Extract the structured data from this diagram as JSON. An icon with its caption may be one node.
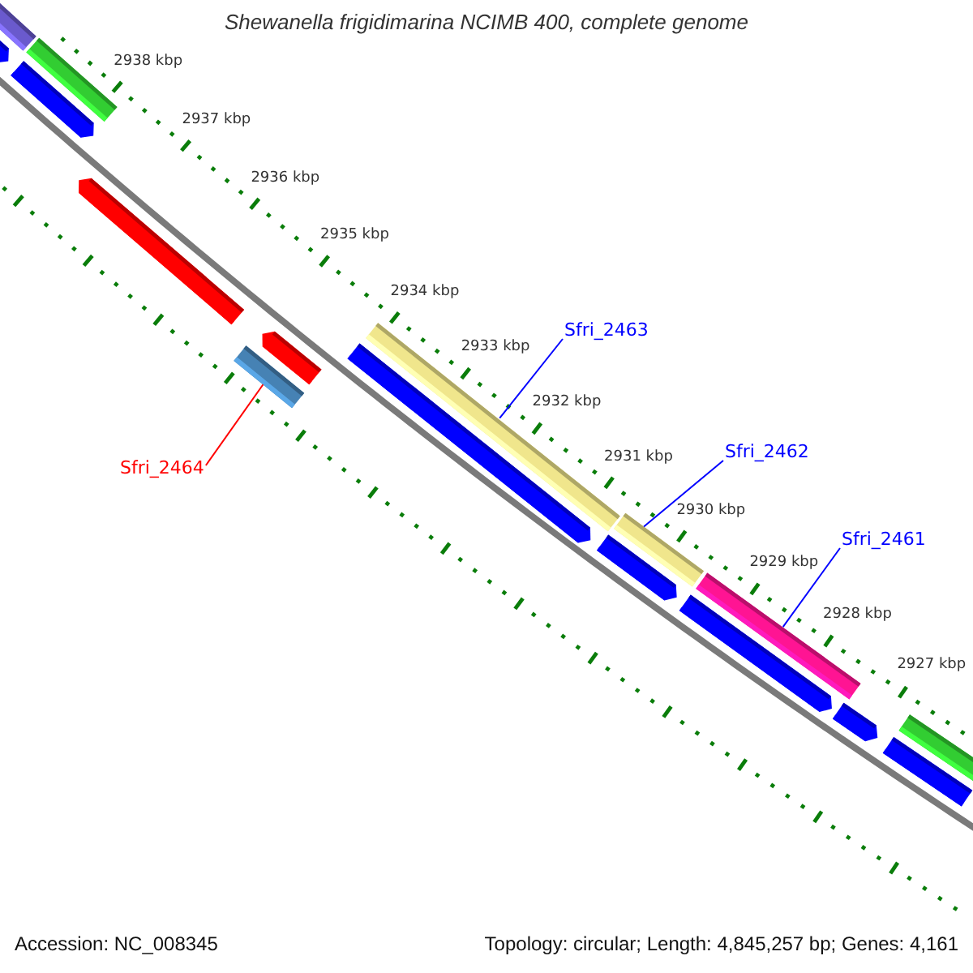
{
  "diagram": {
    "title": "Shewanella frigidimarina NCIMB 400, complete genome",
    "nodes": [
      {
        "text": [],
        "shape": "bar"
      },
      {
        "text": [],
        "shape": "bar"
      },
      {
        "text": [],
        "shape": "bar"
      },
      {
        "text": [],
        "shape": "bar"
      },
      {
        "text": [],
        "shape": "bar"
      },
      {
        "text": [],
        "shape": "bar"
      },
      {
        "text": [],
        "shape": "bar"
      },
      {
        "text": [],
        "shape": "bar"
      },
      {
        "text": [],
        "shape": "bar"
      },
      {
        "text": [],
        "shape": "bar"
      },
      {
        "text": [],
        "shape": "bar"
      },
      {
        "text": [],
        "shape": "bar"
      },
      {
        "text": [],
        "shape": "bar"
      },
      {
        "text": [],
        "shape": "bar"
      },
      {
        "text": [],
        "shape": "bar"
      },
      {
        "text": [],
        "shape": "bar"
      },
      {
        "text": [
          "Sfri_2463"
        ]
      },
      {
        "text": [
          "Sfri_2462"
        ]
      },
      {
        "text": [
          "Sfri_2461"
        ]
      },
      {
        "text": [
          "Sfri_2464"
        ]
      }
    ],
    "edges": [
      {
        "from": 16,
        "to": 7,
        "arrow": "none"
      },
      {
        "from": 17,
        "to": 9,
        "arrow": "none"
      },
      {
        "from": 18,
        "to": 11,
        "arrow": "none"
      },
      {
        "from": 19,
        "to": 6,
        "arrow": "none",
        "color": "#ff0000"
      }
    ],
    "labels": [
      "2938 kbp",
      "2937 kbp",
      "2936 kbp",
      "2935 kbp",
      "2934 kbp",
      "2933 kbp",
      "2932 kbp",
      "2931 kbp",
      "2930 kbp",
      "2929 kbp",
      "2928 kbp",
      "2927 kbp",
      "Accession: NC_008345",
      "Topology: circular; Length: 4,845,257 bp; Genes: 4,161"
    ]
  }
}
